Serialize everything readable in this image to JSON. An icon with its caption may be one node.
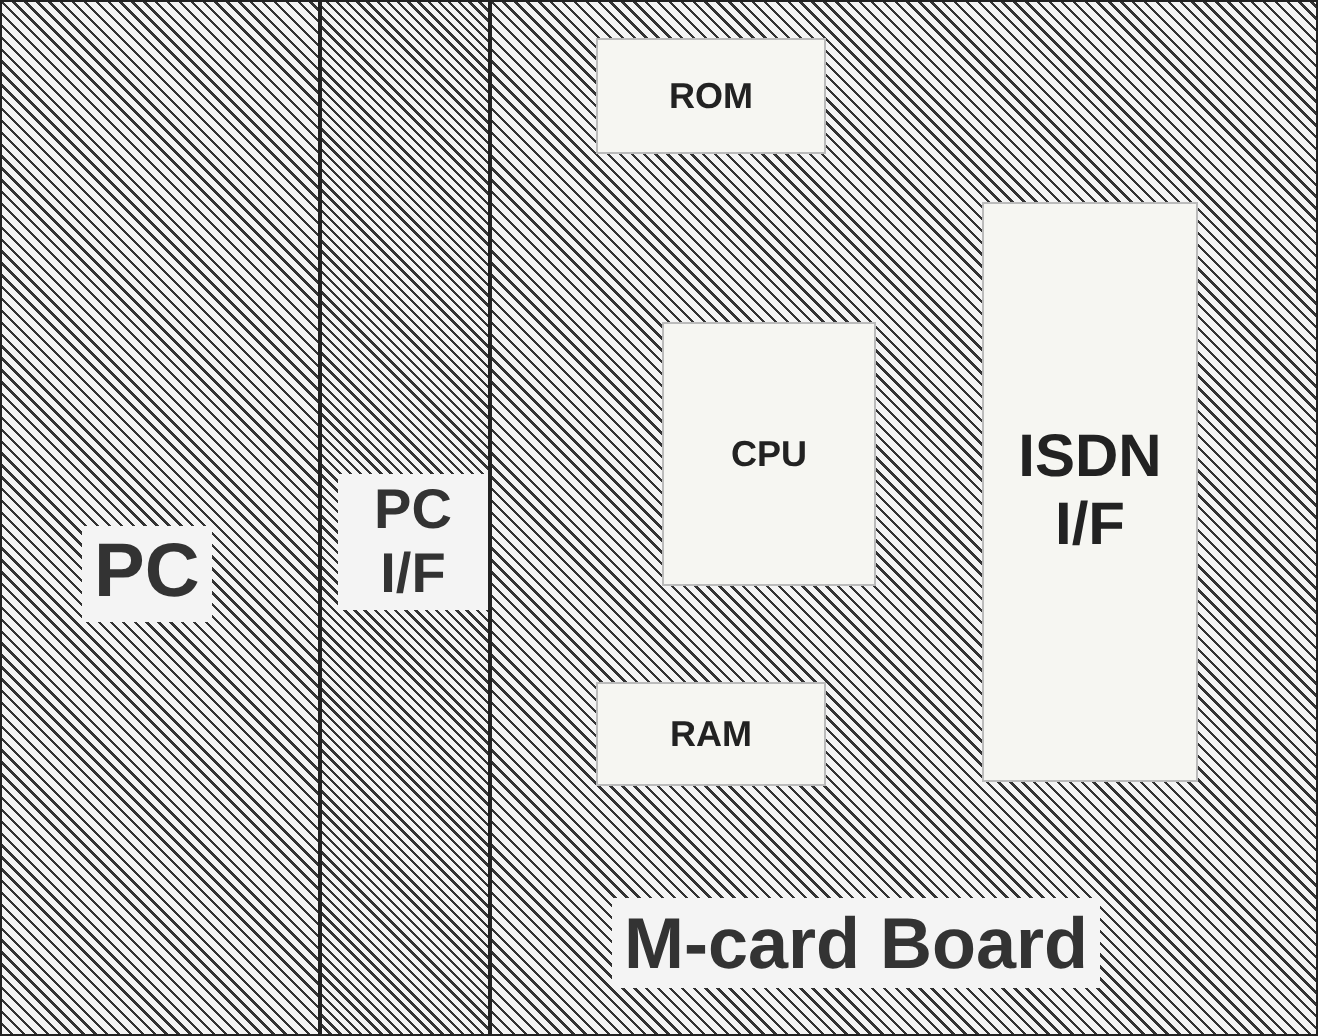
{
  "diagram": {
    "nodes": [
      {
        "text": [
          "PC"
        ]
      },
      {
        "text": [
          "PC I/F"
        ]
      },
      {
        "text": [
          "M-card Board"
        ]
      },
      {
        "text": [
          "ROM"
        ],
        "in": 2
      },
      {
        "text": [
          "CPU"
        ],
        "in": 2
      },
      {
        "text": [
          "RAM"
        ],
        "in": 2
      },
      {
        "text": [
          "ISDN I/F"
        ],
        "in": 2
      }
    ]
  }
}
